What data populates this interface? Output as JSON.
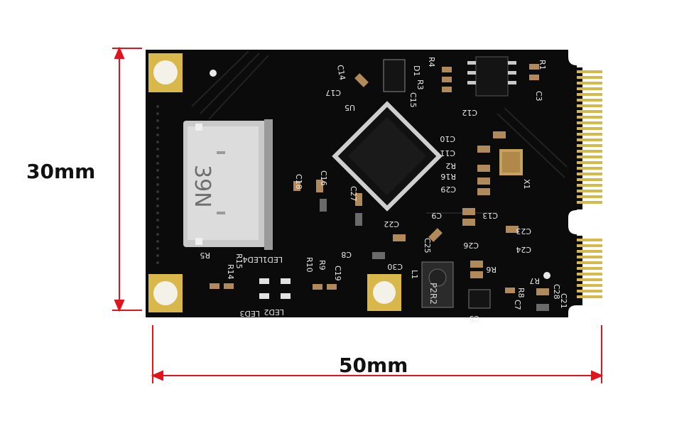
{
  "dimensions": {
    "height_label": "30mm",
    "width_label": "50mm",
    "color": "#e0141c"
  },
  "board": {
    "connector_label": "39N",
    "inductor_label": "P2R2",
    "designators": [
      "C14",
      "D1",
      "R4",
      "R1",
      "C3",
      "R3",
      "C15",
      "C12",
      "C10",
      "C11",
      "X1",
      "R2",
      "R16",
      "C29",
      "C13",
      "C23",
      "C24",
      "C9",
      "C26",
      "R6",
      "R7",
      "C28",
      "C21",
      "R8",
      "C7",
      "L1",
      "C30",
      "C8",
      "C22",
      "C25",
      "C18",
      "C16",
      "C27",
      "R5",
      "R15",
      "R14",
      "LED4",
      "LED1",
      "R10",
      "R9",
      "C19",
      "LED3",
      "LED2",
      "C17",
      "U5",
      "C5"
    ],
    "colors": {
      "pcb": "#0b0b0b",
      "gold": "#d8b84a",
      "silk": "#e8e8e8",
      "connector_metal": "#c9c9c9",
      "component_tan": "#b08a5a"
    }
  }
}
